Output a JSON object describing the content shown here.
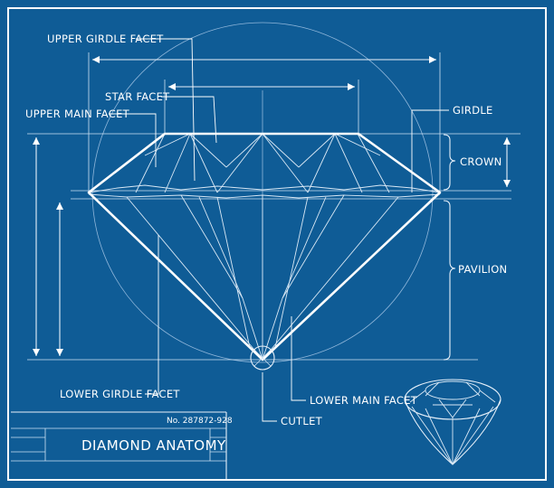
{
  "title": "DIAMOND ANATOMY",
  "number": "No. 287872-928",
  "labels": {
    "upper_girdle_facet": "UPPER GIRDLE FACET",
    "star_facet": "STAR FACET",
    "upper_main_facet": "UPPER MAIN FACET",
    "girdle": "GIRDLE",
    "crown": "CROWN",
    "pavilion": "PAVILION",
    "lower_girdle_facet": "LOWER GIRDLE FACET",
    "lower_main_facet": "LOWER MAIN FACET",
    "culet": "CUTLET"
  },
  "colors": {
    "background": "#0f5c96",
    "lines": "#ffffff"
  }
}
